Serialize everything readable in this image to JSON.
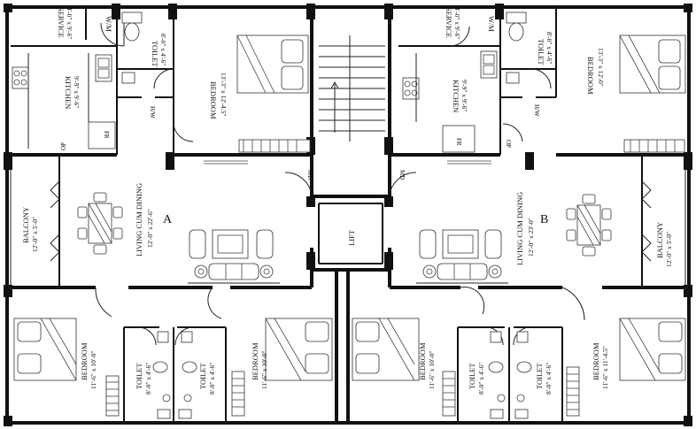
{
  "rooms": {
    "service_a": {
      "name": "SERVICE",
      "dim": "4'-0\" x 9'-6\""
    },
    "wm_a": {
      "name": "W/M"
    },
    "toilet_top_a": {
      "name": "TOILET",
      "dim": "8'-0\" x 4'-6\""
    },
    "bedroom_top_a": {
      "name": "BEDROOM",
      "dim": "13'-3\" x 12'-4.5\""
    },
    "kitchen_a": {
      "name": "KITCHEN",
      "dim": "9'-9\" x 9'-6\""
    },
    "fr_a": {
      "name": "FR"
    },
    "hw_a": {
      "name": "H/W"
    },
    "op_a": {
      "name": "OP"
    },
    "balcony_a": {
      "name": "BALCONY",
      "dim": "12'-0\" x 5'-0\""
    },
    "living_a": {
      "name": "LIVING CUM DINING",
      "dim": "12'-0\" x 22'-6\""
    },
    "unit_a": {
      "name": "A"
    },
    "bedroom_bl_a": {
      "name": "BEDROOM",
      "dim": "11'-6\" x 10'-0\""
    },
    "toilet_bl_a": {
      "name": "TOILET",
      "dim": "8'-0\" x 4'-6\""
    },
    "toilet_br_a": {
      "name": "TOILET",
      "dim": "8'-0\" x 4'-6\""
    },
    "bedroom_br_a": {
      "name": "BEDROOM",
      "dim": "11'-6\" x 10'-0\""
    },
    "stair": {
      "up": "UP"
    },
    "md_left": {
      "name": "MD"
    },
    "md_right": {
      "name": "MD"
    },
    "lift": {
      "name": "LIFT"
    },
    "service_b": {
      "name": "SERVICE",
      "dim": "4'-0\" x 9'-6\""
    },
    "wm_b": {
      "name": "W/M"
    },
    "toilet_top_b": {
      "name": "TOILET",
      "dim": "8'-0\" x 4'-6\""
    },
    "bedroom_top_b": {
      "name": "BEDROOM",
      "dim": "13'-3\" x 12'-0\""
    },
    "kitchen_b": {
      "name": "KITCHEN",
      "dim": "9'-9\" x 9'-6\""
    },
    "fr_b": {
      "name": "FR"
    },
    "hw_b": {
      "name": "H/W"
    },
    "op_b": {
      "name": "OP"
    },
    "living_b": {
      "name": "LIVING CUM DINING",
      "dim": "12'-0\" x 23'-0\""
    },
    "unit_b": {
      "name": "B"
    },
    "balcony_b": {
      "name": "BALCONY",
      "dim": "12'-0\" x 5'-0\""
    },
    "bedroom_bl_b": {
      "name": "BEDROOM",
      "dim": "11'-6\" x 10'-0\""
    },
    "toilet_bl_b": {
      "name": "TOILET",
      "dim": "8'-0\" x 4'-6\""
    },
    "toilet_br_b": {
      "name": "TOILET",
      "dim": "8'-0\" x 4'-6\""
    },
    "bedroom_br_b": {
      "name": "BEDROOM",
      "dim": "11'-6\" x 11'-4.5\""
    }
  }
}
